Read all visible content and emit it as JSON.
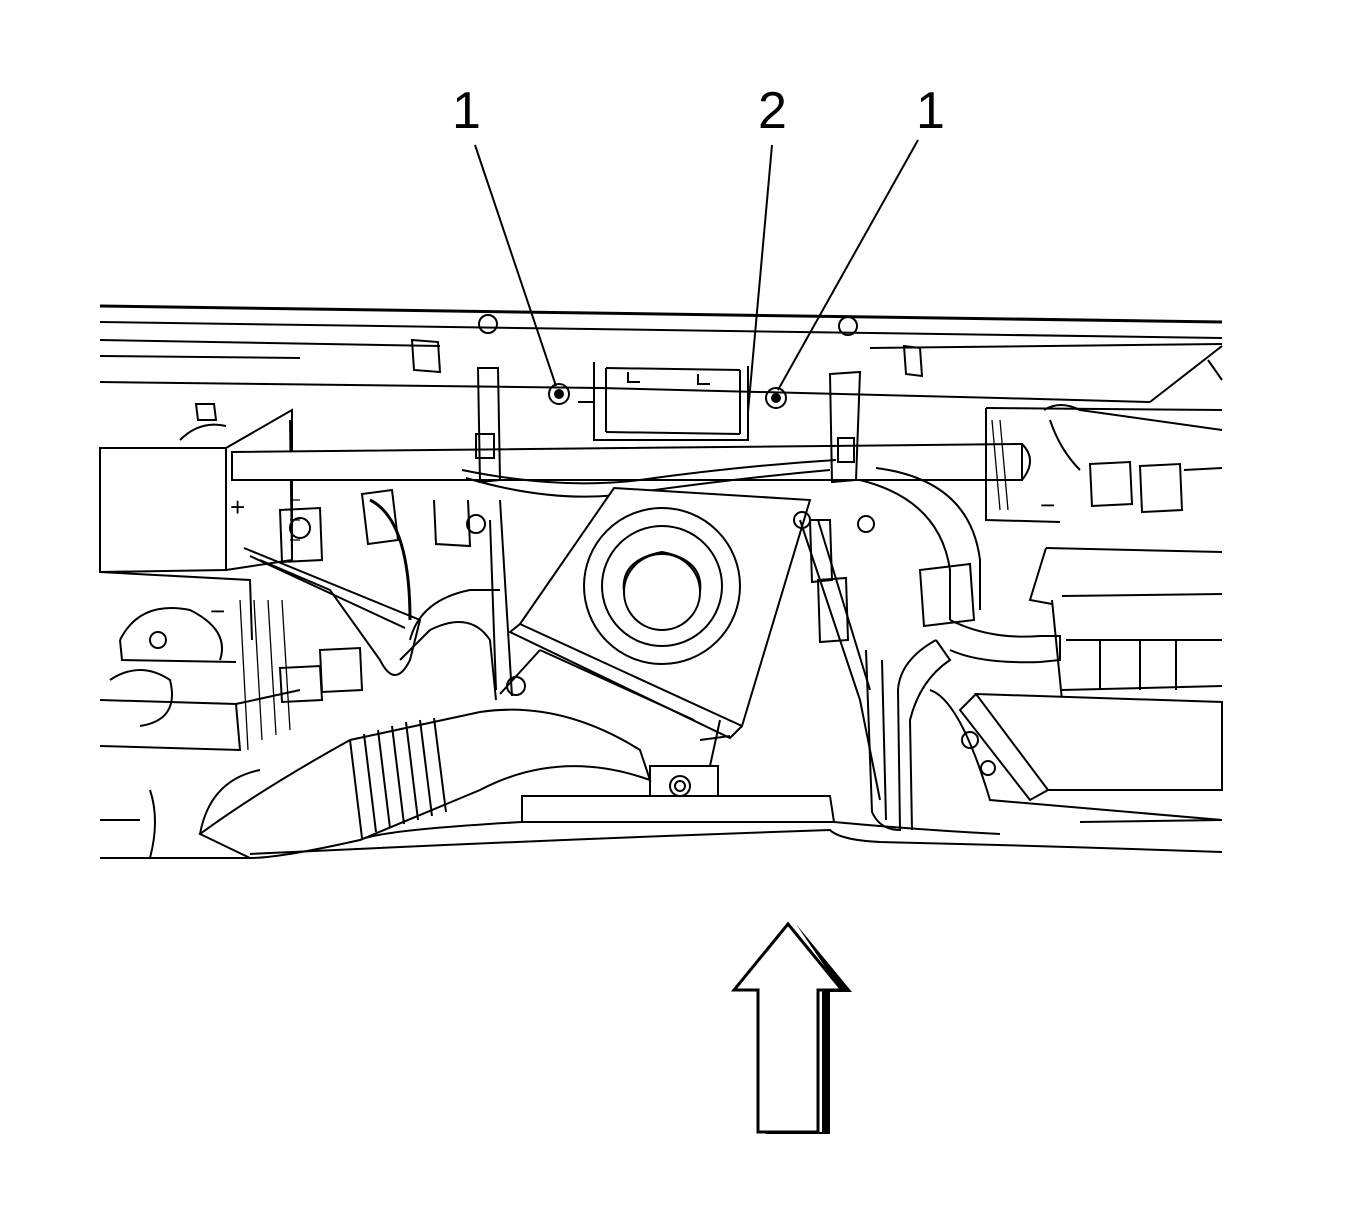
{
  "diagram": {
    "callouts": [
      {
        "id": "callout-1-left",
        "label": "1"
      },
      {
        "id": "callout-2",
        "label": "2"
      },
      {
        "id": "callout-1-right",
        "label": "1"
      }
    ],
    "battery_terminal_symbols": [
      "+",
      "−",
      "−"
    ],
    "view_arrow": "view-direction-arrow"
  },
  "colors": {
    "line": "#000000",
    "background": "#ffffff"
  }
}
